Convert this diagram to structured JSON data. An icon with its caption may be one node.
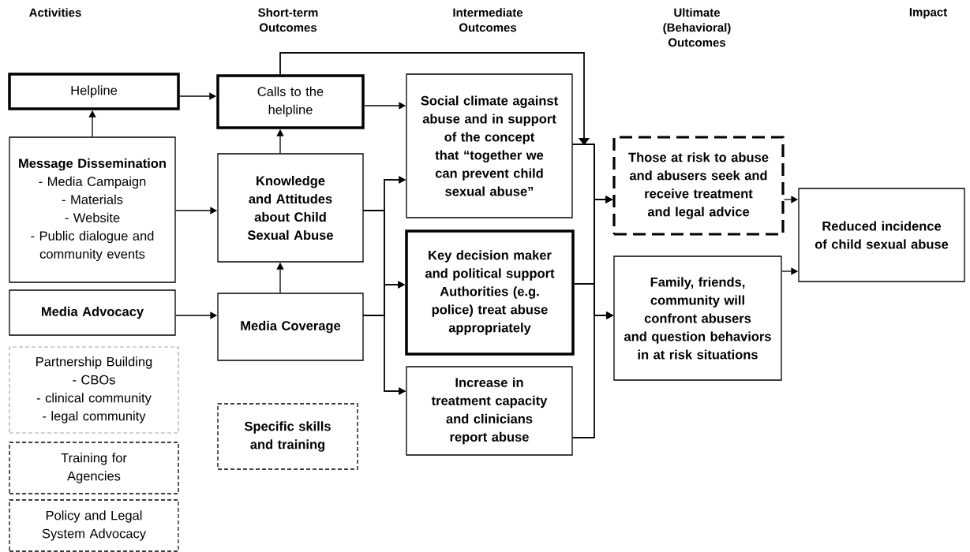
{
  "diagram": {
    "nodes": [
      {
        "text": [
          "Helpline"
        ]
      },
      {
        "text": [
          "Message Dissemination",
          "- Media Campaign",
          "- Materials",
          "- Website",
          "- Public dialogue and community events"
        ]
      },
      {
        "text": [
          "Media Advocacy"
        ]
      },
      {
        "text": [
          "Partnership Building",
          "- CBOs",
          "- clinical community",
          "- legal community"
        ]
      },
      {
        "text": [
          "Training for Agencies"
        ]
      },
      {
        "text": [
          "Policy and Legal System Advocacy"
        ]
      },
      {
        "text": [
          "Calls to the helpline"
        ]
      },
      {
        "text": [
          "Knowledge and Attitudes about Child Sexual Abuse"
        ]
      },
      {
        "text": [
          "Media Coverage"
        ]
      },
      {
        "text": [
          "Specific skills and training"
        ]
      },
      {
        "text": [
          "Social climate against abuse and in support of the concept that “together we can prevent child sexual abuse”"
        ]
      },
      {
        "text": [
          "Key decision maker and political support Authorities (e.g. police) treat abuse appropriately"
        ]
      },
      {
        "text": [
          "Increase in treatment capacity and clinicians report abuse"
        ]
      },
      {
        "text": [
          "Those at risk to abuse and abusers seek and receive treatment and legal advice"
        ]
      },
      {
        "text": [
          "Family, friends, community will confront abusers and question behaviors in at risk situations"
        ]
      },
      {
        "text": [
          "Reduced incidence of child sexual abuse"
        ]
      }
    ],
    "edges": [
      {
        "from": 0,
        "to": 6,
        "arrow": "to"
      },
      {
        "from": 1,
        "to": 0,
        "arrow": "to"
      },
      {
        "from": 1,
        "to": 7,
        "arrow": "to"
      },
      {
        "from": 2,
        "to": 8,
        "arrow": "to"
      },
      {
        "from": 8,
        "to": 7,
        "arrow": "to"
      },
      {
        "from": 7,
        "to": 6,
        "arrow": "to"
      },
      {
        "from": 6,
        "to": 10,
        "arrow": "to"
      },
      {
        "from": 7,
        "to": 10,
        "arrow": "to"
      },
      {
        "from": 7,
        "to": 11,
        "arrow": "to"
      },
      {
        "from": 7,
        "to": 12,
        "arrow": "to"
      },
      {
        "from": 8,
        "to": 10,
        "arrow": "to"
      },
      {
        "from": 8,
        "to": 11,
        "arrow": "to"
      },
      {
        "from": 8,
        "to": 12,
        "arrow": "to"
      },
      {
        "from": 6,
        "to": 13,
        "arrow": "to"
      },
      {
        "from": 6,
        "to": 14,
        "arrow": "to"
      },
      {
        "from": 10,
        "to": 13,
        "arrow": "to"
      },
      {
        "from": 10,
        "to": 14,
        "arrow": "to"
      },
      {
        "from": 11,
        "to": 13,
        "arrow": "to"
      },
      {
        "from": 11,
        "to": 14,
        "arrow": "to"
      },
      {
        "from": 12,
        "to": 13,
        "arrow": "to"
      },
      {
        "from": 12,
        "to": 14,
        "arrow": "to"
      },
      {
        "from": 13,
        "to": 15,
        "arrow": "to"
      },
      {
        "from": 14,
        "to": 15,
        "arrow": "to"
      }
    ],
    "labels": [
      "Activities",
      "Short-term Outcomes",
      "Intermediate Outcomes",
      "Ultimate (Behavioral) Outcomes",
      "Impact"
    ]
  }
}
